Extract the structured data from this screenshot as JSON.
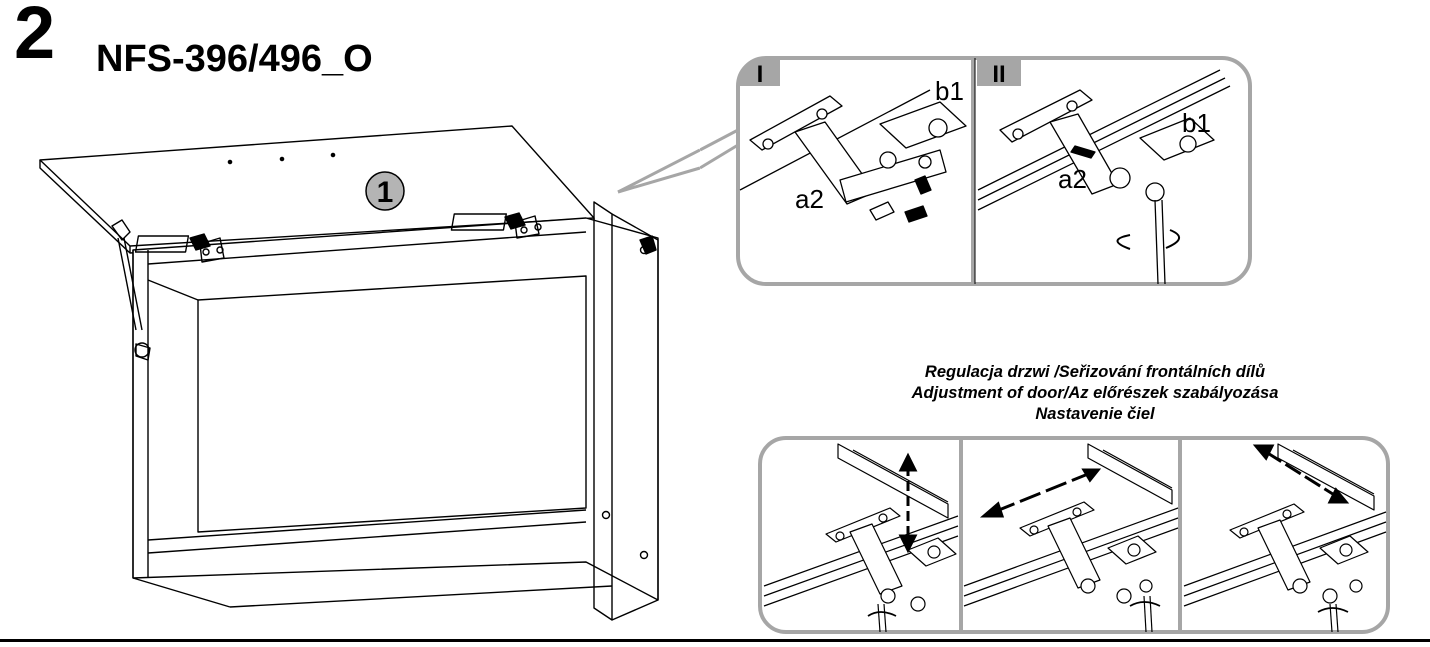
{
  "header": {
    "step_number": "2",
    "model_code": "NFS-396/496_O"
  },
  "main_drawing": {
    "callout_number": "1"
  },
  "detail_panel": {
    "step_labels": [
      "I",
      "II"
    ],
    "part_labels": {
      "hinge_plate": "b1",
      "hinge_arm": "a2"
    }
  },
  "adjustment_caption": [
    "Regulacja drzwi /Seřizování frontálních dílů",
    "Adjustment of door/Az előrészek szabályozása",
    "Nastavenie čiel"
  ],
  "colors": {
    "panel_border": "#a6a6a6",
    "step_tab": "#a6a6a6",
    "callout_fill": "#b4b4b4",
    "line": "#000000"
  }
}
